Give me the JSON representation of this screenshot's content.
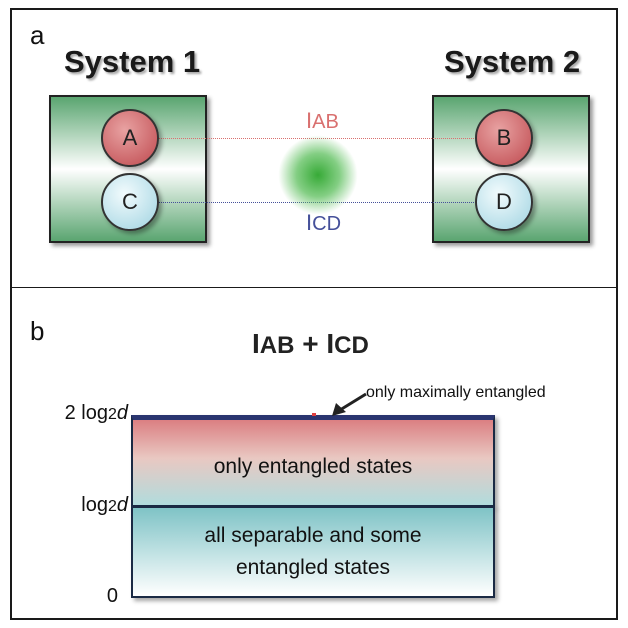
{
  "panel_a": {
    "label": "a",
    "system1_title": "System 1",
    "system2_title": "System 2",
    "nodes": {
      "a": "A",
      "b": "B",
      "c": "C",
      "d": "D"
    },
    "link_ab": {
      "main": "I",
      "sub": "AB",
      "color": "#d9706f"
    },
    "link_cd": {
      "main": "I",
      "sub": "CD",
      "color": "#45509a"
    }
  },
  "panel_b": {
    "label": "b",
    "sum": {
      "i1": "I",
      "s1": "AB",
      "plus": " + ",
      "i2": "I",
      "s2": "CD"
    },
    "ticks": {
      "top": {
        "prefix": "2 log",
        "sub": "2",
        "var": "d"
      },
      "mid": {
        "prefix": "log",
        "sub": "2",
        "var": "d"
      },
      "zero": "0"
    },
    "upper_text": "only entangled states",
    "lower_text_line1": "all separable and some",
    "lower_text_line2": "entangled states",
    "annotation": "only maximally entangled"
  }
}
